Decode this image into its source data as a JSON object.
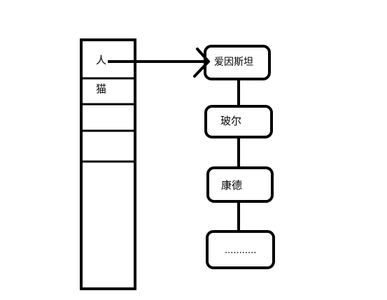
{
  "table": {
    "rows": [
      "人",
      "猫",
      "",
      "",
      ""
    ]
  },
  "chain": {
    "nodes": [
      "爱因斯坦",
      "玻尔",
      "康德",
      "..........."
    ]
  }
}
